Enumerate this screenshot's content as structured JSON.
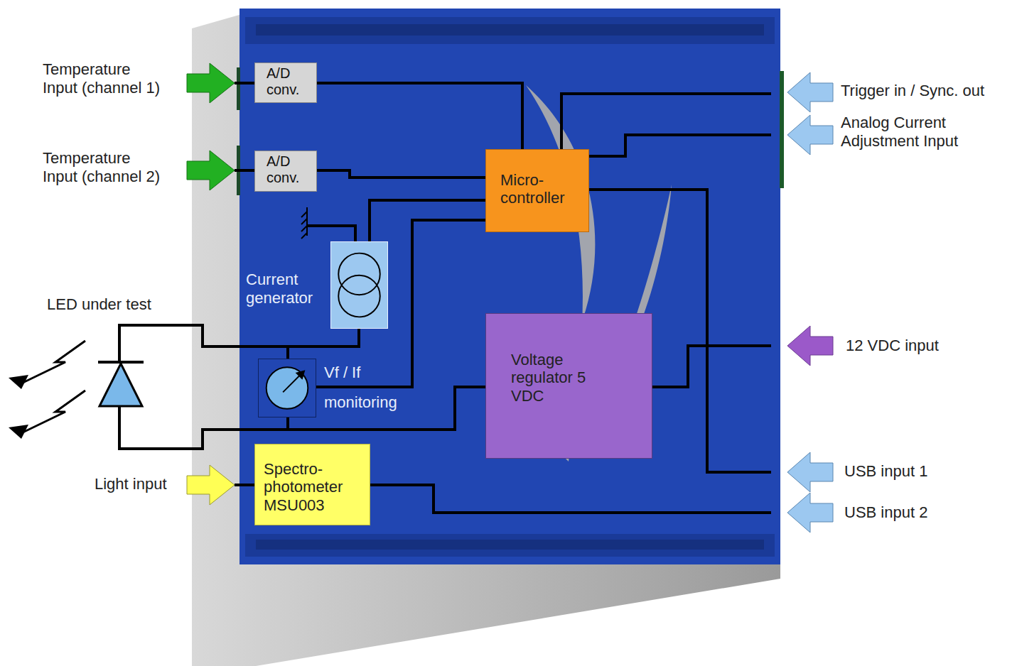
{
  "diagram": {
    "nodes": [
      {
        "text": [
          "A/D conv."
        ]
      },
      {
        "text": [
          "A/D conv."
        ]
      },
      {
        "text": [
          "Micro-controller"
        ]
      },
      {
        "text": [
          "Current generator"
        ]
      },
      {
        "text": [
          "Vf / If",
          "monitoring"
        ]
      },
      {
        "text": [
          "Voltage regulator 5 VDC"
        ]
      },
      {
        "text": [
          "Spectro-photometer MSU003"
        ]
      }
    ],
    "edges": [
      {
        "from": 0,
        "to": 2,
        "arrow": "none"
      },
      {
        "from": 1,
        "to": 2,
        "arrow": "none"
      },
      {
        "from": 3,
        "to": 2,
        "arrow": "none"
      },
      {
        "from": 4,
        "to": 2,
        "arrow": "none"
      },
      {
        "from": 3,
        "to": 4,
        "arrow": "none"
      },
      {
        "from": 5,
        "to": 4,
        "arrow": "none"
      }
    ],
    "labels": [
      "Temperature Input (channel 1)",
      "Temperature Input (channel 2)",
      "LED under test",
      "Light input",
      "Trigger in / Sync. out",
      "Analog Current Adjustment Input",
      "12 VDC input",
      "USB input 1",
      "USB input 2"
    ]
  }
}
